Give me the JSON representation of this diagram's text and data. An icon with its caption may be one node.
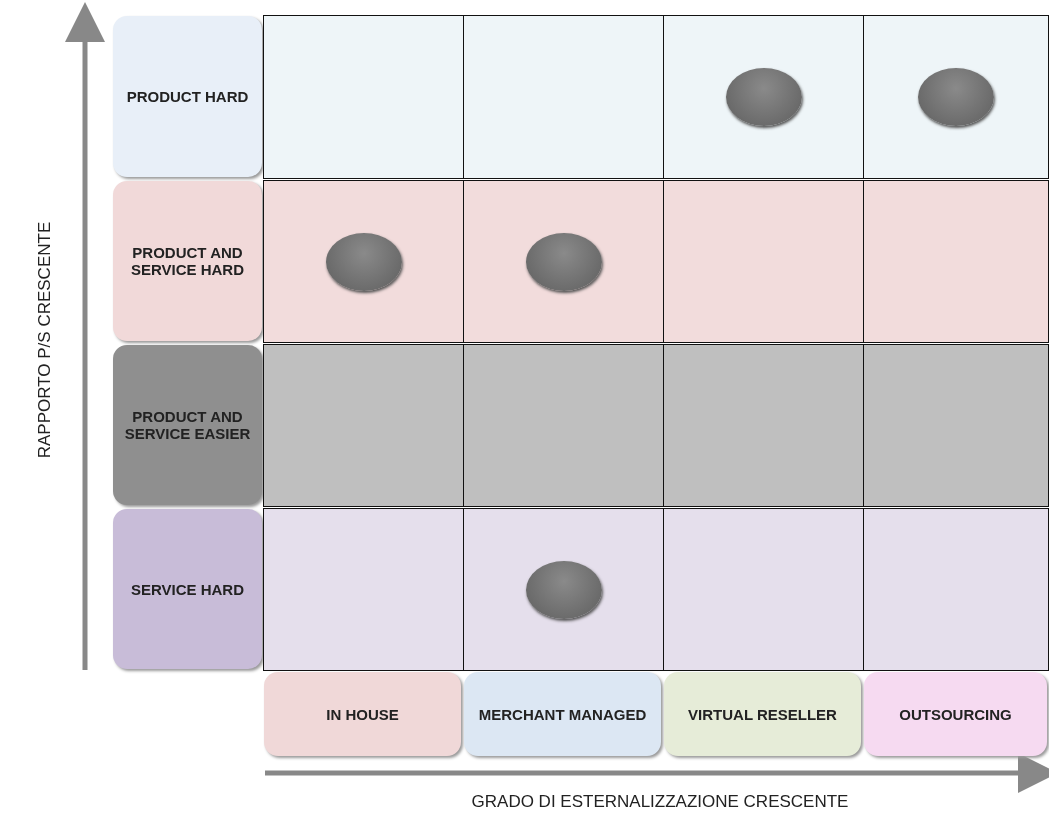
{
  "diagram": {
    "nodes": [
      {
        "text": [
          "PRODUCT HARD"
        ]
      },
      {
        "text": [
          "PRODUCT AND SERVICE HARD"
        ]
      },
      {
        "text": [
          "PRODUCT AND SERVICE EASIER"
        ]
      },
      {
        "text": [
          "SERVICE HARD"
        ]
      },
      {
        "text": [
          "IN HOUSE"
        ]
      },
      {
        "text": [
          "MERCHANT MANAGED"
        ]
      },
      {
        "text": [
          "VIRTUAL RESELLER"
        ]
      },
      {
        "text": [
          "OUTSOURCING"
        ]
      },
      {
        "text": [],
        "shape": "box"
      },
      {
        "text": [],
        "shape": "box"
      },
      {
        "text": [],
        "shape": "box"
      },
      {
        "text": [],
        "shape": "box"
      },
      {
        "text": [],
        "shape": "box"
      },
      {
        "text": [],
        "shape": "box"
      },
      {
        "text": [],
        "shape": "box"
      },
      {
        "text": [],
        "shape": "box"
      },
      {
        "text": [],
        "shape": "box"
      },
      {
        "text": [],
        "shape": "box"
      },
      {
        "text": [],
        "shape": "box"
      },
      {
        "text": [],
        "shape": "box"
      },
      {
        "text": [],
        "shape": "box"
      },
      {
        "text": [],
        "shape": "box"
      },
      {
        "text": [],
        "shape": "box"
      },
      {
        "text": [],
        "shape": "box"
      },
      {
        "text": [],
        "shape": "circle",
        "in": 10
      },
      {
        "text": [],
        "shape": "circle",
        "in": 11
      },
      {
        "text": [],
        "shape": "circle",
        "in": 12
      },
      {
        "text": [],
        "shape": "circle",
        "in": 13
      },
      {
        "text": [],
        "shape": "circle",
        "in": 21
      }
    ],
    "labels": [
      "RAPPORTO P/S CRESCENTE",
      "GRADO DI ESTERNALIZZAZIONE CRESCENTE"
    ]
  }
}
